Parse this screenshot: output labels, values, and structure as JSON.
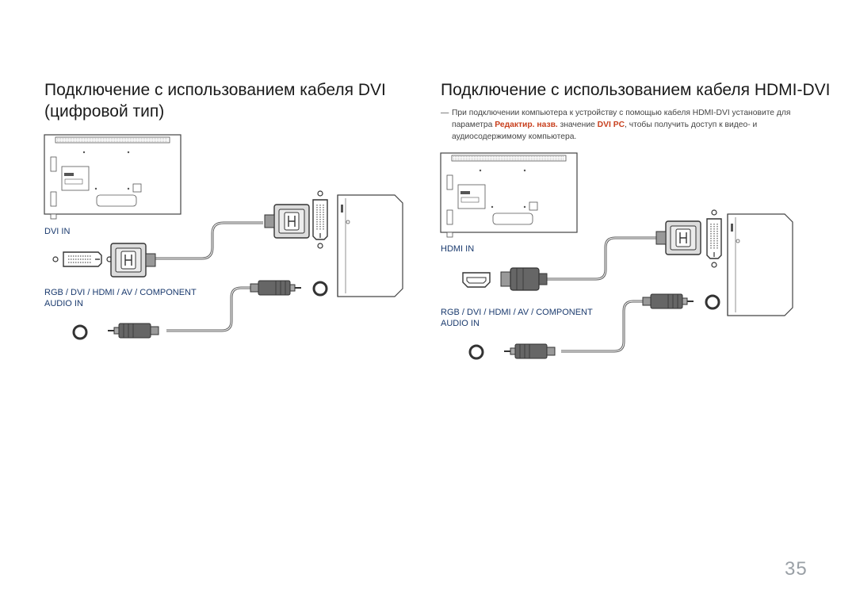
{
  "left": {
    "title": "Подключение с использованием кабеля DVI (цифровой тип)",
    "dvi_in_label": "DVI IN",
    "audio_label_line1": "RGB / DVI / HDMI / AV / COMPONENT",
    "audio_label_line2": "AUDIO IN"
  },
  "right": {
    "title": "Подключение с использованием кабеля HDMI-DVI",
    "note": {
      "dash": "—",
      "part1": "При подключении компьютера к устройству с помощью кабеля HDMI-DVI установите для параметра ",
      "highlight1": "Редактир. назв.",
      "part2": " значение ",
      "highlight2": "DVI PC",
      "part3": ", чтобы получить доступ к видео- и аудиосодержимому компьютера."
    },
    "hdmi_in_label": "HDMI IN",
    "audio_label_line1": "RGB / DVI / HDMI / AV / COMPONENT",
    "audio_label_line2": "AUDIO IN"
  },
  "page_number": "35",
  "colors": {
    "highlight": "#c8401e",
    "port_label": "#1a3a6e",
    "page_number": "#9aa0a6",
    "line": "#555555"
  }
}
